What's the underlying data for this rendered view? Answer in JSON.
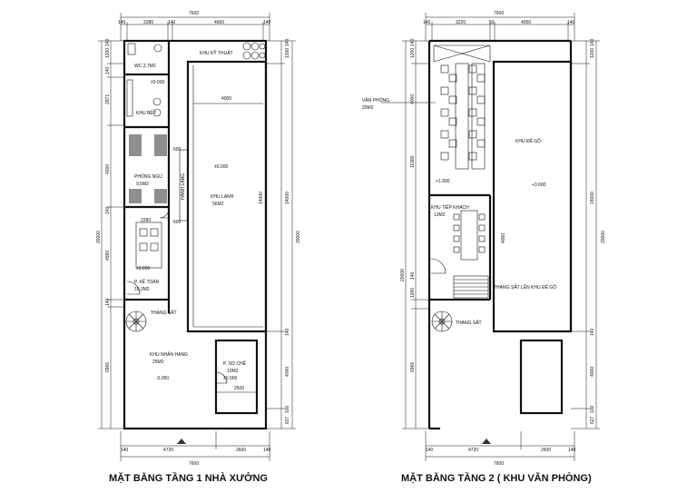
{
  "plans": [
    {
      "title": "MẶT BẰNG TẦNG 1 NHÀ XƯỞNG",
      "dims": {
        "top_total": "7600",
        "top_parts": [
          "140",
          "2280",
          "140",
          "4900",
          "140"
        ],
        "bottom_total": "7600",
        "bottom_parts": [
          "140",
          "4720",
          "2600",
          "140"
        ],
        "left_total": "20000",
        "left_parts": [
          "1200",
          "2971",
          "4000",
          "4580",
          "140",
          "6966"
        ],
        "left_small": [
          "140",
          "140",
          "140"
        ],
        "right_total": "20000",
        "right_parts": [
          "1200",
          "14000",
          "4000",
          "627"
        ],
        "right_small": [
          "140",
          "140",
          "100"
        ],
        "inner": [
          "4000",
          "600",
          "600",
          "14000",
          "2500",
          "2280"
        ]
      },
      "labels": {
        "wc": "WC 2,7M2",
        "kitchen": "KHU BẾP",
        "bedroom": "PHÒNG NGỦ",
        "bedroom_area": "9,5M2",
        "accounting": "P. KẾ TOÁN",
        "accounting_area": "10,2M2",
        "stair": "THANG SẮT",
        "receiving": "KHU NHẬN HÀNG",
        "receiving_area": "25M2",
        "technical": "KHU KỸ THUẬT",
        "cold": "KHU LẠNH",
        "cold_area": "56M2",
        "corridor": "HÀNH LANG",
        "processing": "P. SƠ CHẾ",
        "processing_area": "10M2",
        "lvl1": "±0.000",
        "lvl2": "±0.000",
        "lvl3": "±0.000",
        "lvl4": "±0.000",
        "lvl5": "-0.050"
      }
    },
    {
      "title": "MẶT BẰNG TẦNG 2 ( KHU VĂN PHÒNG)",
      "dims": {
        "top_total": "7600",
        "top_parts": [
          "140",
          "3220",
          "50",
          "4050",
          "140"
        ],
        "bottom_total": "7600",
        "bottom_parts": [
          "140",
          "4720",
          "2600",
          "140"
        ],
        "left_total": "20000",
        "left_parts": [
          "1200",
          "4000",
          "11980",
          "1200",
          "6966"
        ],
        "left_small": [
          "140",
          "140"
        ],
        "right_total": "20000",
        "right_parts": [
          "1200",
          "14000",
          "4000",
          "627"
        ],
        "right_small": [
          "140",
          "140",
          "100"
        ],
        "inner": [
          "4000"
        ]
      },
      "labels": {
        "office": "VĂN PHÒNG",
        "office_area": "25M2",
        "reception": "KHU TIẾP KHÁCH",
        "reception_area": "13M2",
        "mold": "KHU ĐẾ GỖ",
        "stair_up": "THANG SẮT LÊN KHU ĐẾ GỖ",
        "stair": "THANG SẮT",
        "lvl1": "+1.900",
        "lvl2": "+3.600"
      }
    }
  ]
}
